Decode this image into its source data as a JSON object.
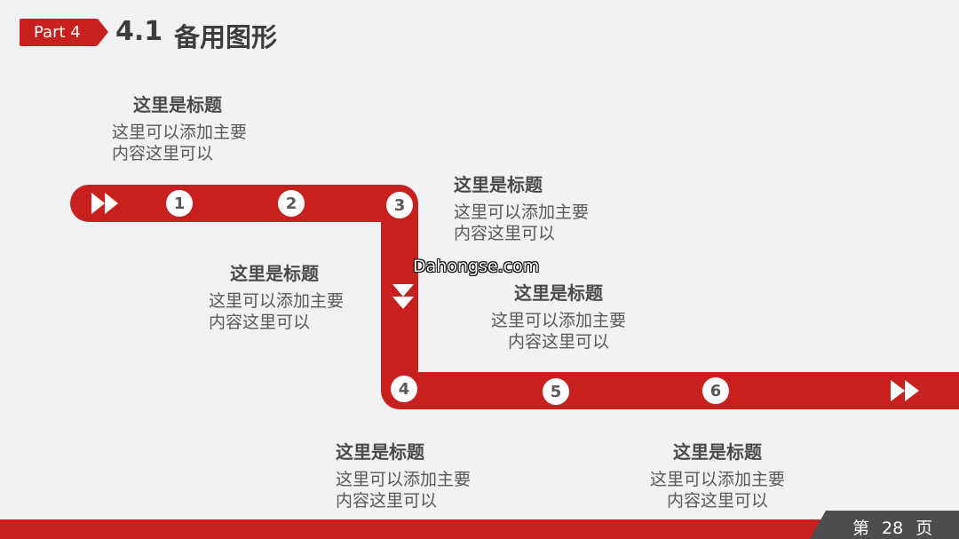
{
  "header": {
    "part_label": "Part 4",
    "number": "4.1",
    "title": "备用图形"
  },
  "nodes": [
    "1",
    "2",
    "3",
    "4",
    "5",
    "6"
  ],
  "blocks": [
    {
      "title": "这里是标题",
      "body": "这里可以添加主要内容这里可以"
    },
    {
      "title": "这里是标题",
      "body": "这里可以添加主要内容这里可以"
    },
    {
      "title": "这里是标题",
      "body": "这里可以添加主要内容这里可以"
    },
    {
      "title": "这里是标题",
      "body": "这里可以添加主要内容这里可以"
    },
    {
      "title": "这里是标题",
      "body": "这里可以添加主要内容这里可以"
    },
    {
      "title": "这里是标题",
      "body": "这里可以添加主要内容这里可以"
    }
  ],
  "watermark": "Dahongse.com",
  "footer": {
    "page_text": "第 28 页"
  },
  "colors": {
    "accent": "#c8201e",
    "dark": "#4d4d4d",
    "text": "#595959"
  }
}
